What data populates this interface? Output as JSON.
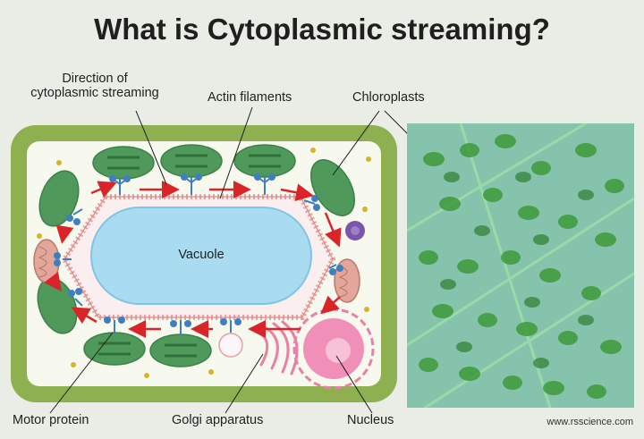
{
  "title": "What is Cytoplasmic streaming?",
  "labels": {
    "direction_line1": "Direction of",
    "direction_line2": "cytoplasmic streaming",
    "actin": "Actin filaments",
    "chloroplasts": "Chloroplasts",
    "vacuole": "Vacuole",
    "motor_protein": "Motor protein",
    "golgi": "Golgi apparatus",
    "nucleus": "Nucleus"
  },
  "credit": "www.rsscience.com",
  "colors": {
    "cell_wall": "#8fb050",
    "cytoplasm": "#f7f9ee",
    "vacuole": "#a9dcf0",
    "chloroplast": "#4f9a5a",
    "arrow": "#d9252a",
    "membrane": "#e8a0a0",
    "motor_protein": "#3f7fbf",
    "nucleus": "#f08fb8",
    "mitochondria": "#e2a79a",
    "vesicle_purple": "#7a55a8",
    "photo_bg": "#7fc0b0"
  }
}
